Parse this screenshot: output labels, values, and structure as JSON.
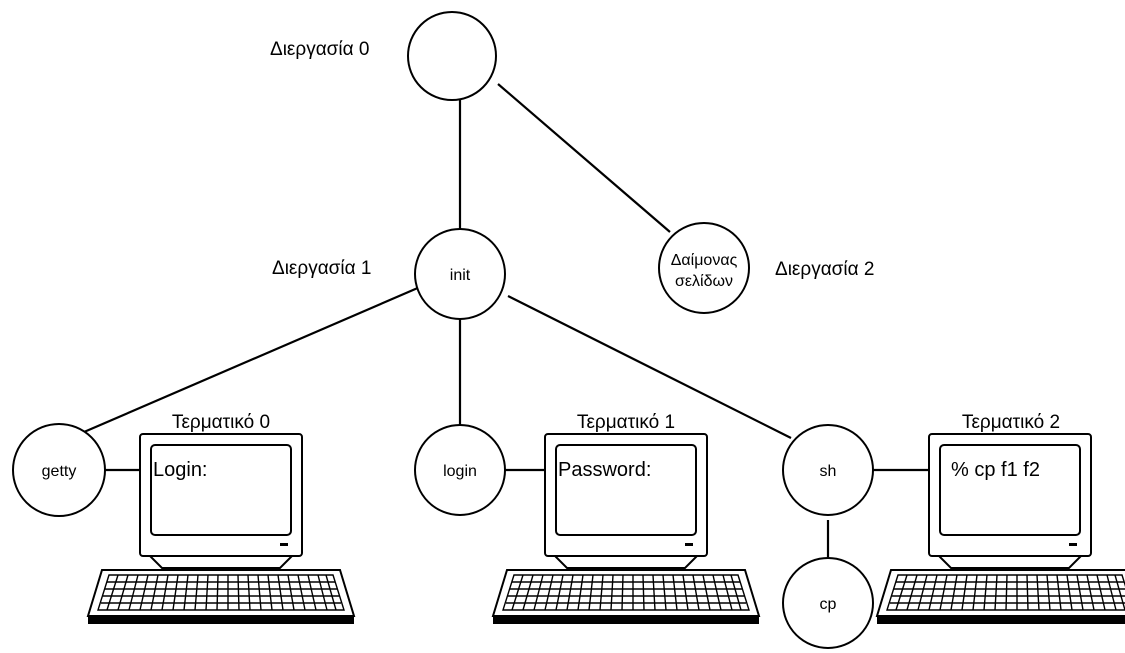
{
  "nodes": {
    "process0": {
      "label": "",
      "caption": "Διεργασία 0"
    },
    "init": {
      "label": "init",
      "caption": "Διεργασία 1"
    },
    "pagedaemon": {
      "label_line1": "Δαίμονας",
      "label_line2": "σελίδων",
      "caption": "Διεργασία 2"
    },
    "getty": {
      "label": "getty"
    },
    "login": {
      "label": "login"
    },
    "sh": {
      "label": "sh"
    },
    "cp": {
      "label": "cp"
    }
  },
  "terminals": [
    {
      "title": "Τερματικό 0",
      "screen_text": "Login:"
    },
    {
      "title": "Τερματικό 1",
      "screen_text": "Password:"
    },
    {
      "title": "Τερματικό 2",
      "screen_text": "% cp f1 f2"
    }
  ]
}
